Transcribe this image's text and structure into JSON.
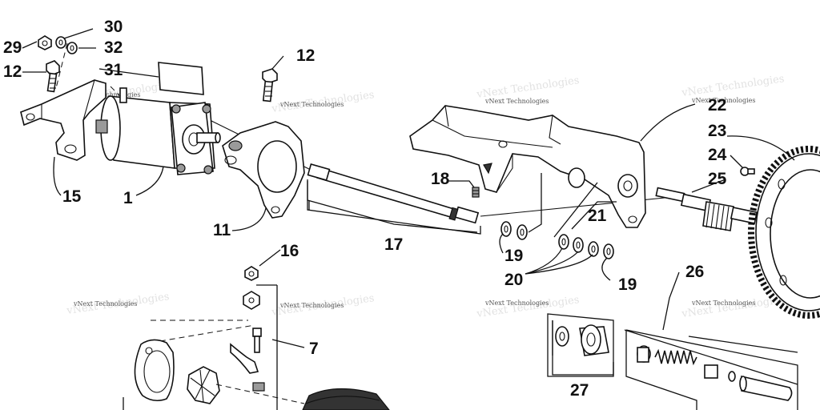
{
  "callouts": {
    "c29": "29",
    "c30": "30",
    "c32": "32",
    "c31": "31",
    "c12a": "12",
    "c15": "15",
    "c1": "1",
    "c12b": "12",
    "c11": "11",
    "c17": "17",
    "c18": "18",
    "c19a": "19",
    "c20": "20",
    "c21": "21",
    "c19b": "19",
    "c22": "22",
    "c23": "23",
    "c24": "24",
    "c25": "25",
    "c26": "26",
    "c16": "16",
    "c7": "7",
    "c27": "27"
  },
  "watermark": "vNext Technologies"
}
